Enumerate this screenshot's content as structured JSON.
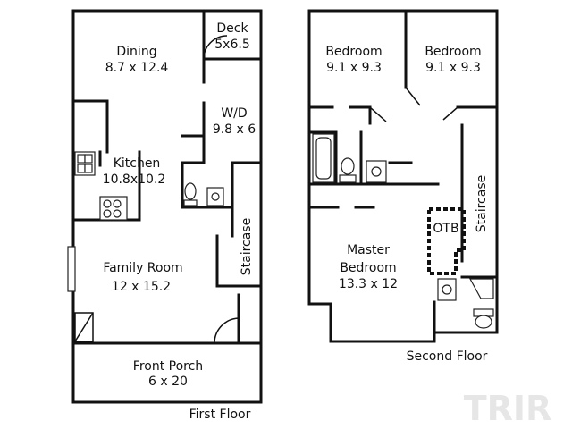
{
  "first_floor": {
    "caption": "First Floor",
    "rooms": {
      "dining": {
        "name": "Dining",
        "dims": "8.7 x 12.4"
      },
      "deck": {
        "name": "Deck",
        "dims": "5x6.5"
      },
      "wd": {
        "name": "W/D",
        "dims": "9.8 x 6"
      },
      "kitchen": {
        "name": "Kitchen",
        "dims": "10.8x10.2"
      },
      "family_room": {
        "name": "Family Room",
        "dims": "12 x 15.2"
      },
      "staircase": {
        "name": "Staircase"
      },
      "front_porch": {
        "name": "Front Porch",
        "dims": "6 x 20"
      }
    }
  },
  "second_floor": {
    "caption": "Second Floor",
    "rooms": {
      "bedroom_left": {
        "name": "Bedroom",
        "dims": "9.1 x 9.3"
      },
      "bedroom_right": {
        "name": "Bedroom",
        "dims": "9.1 x 9.3"
      },
      "master": {
        "name": "Master",
        "name2": "Bedroom",
        "dims": "13.3 x 12"
      },
      "staircase": {
        "name": "Staircase"
      },
      "otb": {
        "name": "OTB"
      }
    }
  },
  "watermark": "TRIR"
}
